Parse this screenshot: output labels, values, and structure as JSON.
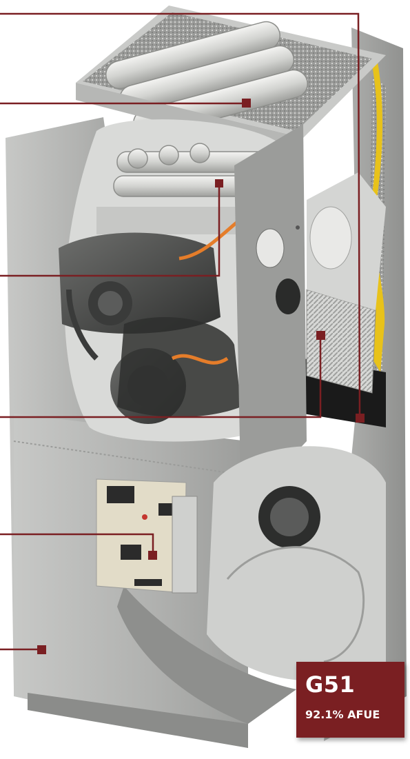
{
  "badge": {
    "model": "G51",
    "efficiency": "92.1% AFUE",
    "color": "#7a1f22"
  },
  "callouts": [
    {
      "name": "callout-heat-exchanger-top"
    },
    {
      "name": "callout-burner-assembly"
    },
    {
      "name": "callout-inducer-blower"
    },
    {
      "name": "callout-secondary-heat-exchanger"
    },
    {
      "name": "callout-control-board"
    },
    {
      "name": "callout-cabinet"
    }
  ],
  "colors": {
    "callout": "#7a1f22",
    "cabinet": "#a9aaa8",
    "insulation": "#e8c21a"
  }
}
